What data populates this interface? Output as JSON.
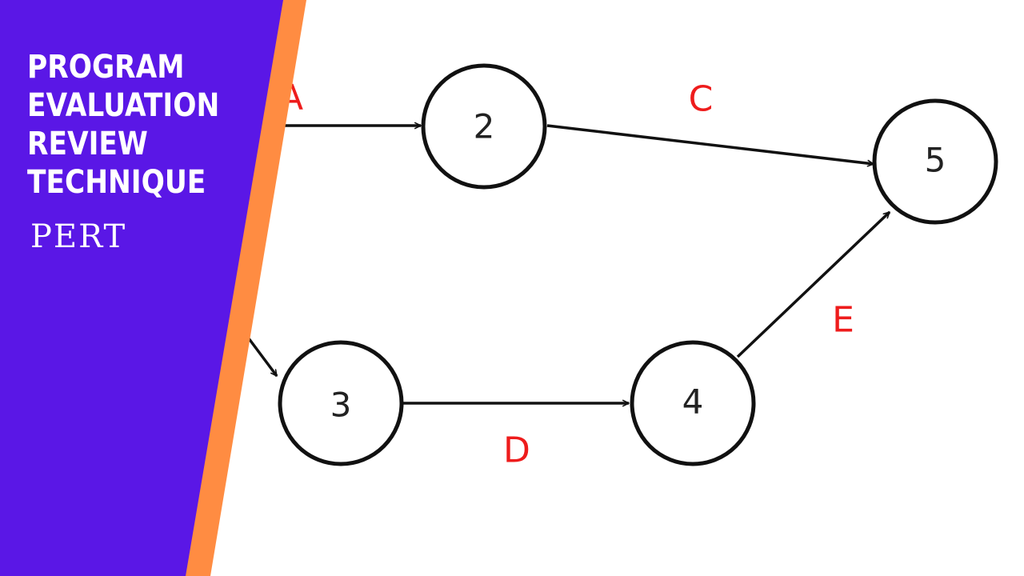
{
  "colors": {
    "panel_purple": "#5a17e6",
    "panel_stripe": "#ff8c42",
    "edge_label_red": "#ee1c1c",
    "node_stroke": "#111111",
    "title_text": "#ffffff"
  },
  "title": {
    "lines": [
      "PROGRAM",
      "EVALUATION",
      "REVIEW",
      "TECHNIQUE"
    ],
    "subtitle": "PERT"
  },
  "diagram": {
    "nodes": [
      {
        "id": "2",
        "label": "2"
      },
      {
        "id": "3",
        "label": "3"
      },
      {
        "id": "4",
        "label": "4"
      },
      {
        "id": "5",
        "label": "5"
      }
    ],
    "edges": [
      {
        "id": "A",
        "label": "A",
        "to": "2"
      },
      {
        "id": "B",
        "label": "",
        "to": "3"
      },
      {
        "id": "C",
        "label": "C",
        "from": "2",
        "to": "5"
      },
      {
        "id": "D",
        "label": "D",
        "from": "3",
        "to": "4"
      },
      {
        "id": "E",
        "label": "E",
        "from": "4",
        "to": "5"
      }
    ]
  }
}
